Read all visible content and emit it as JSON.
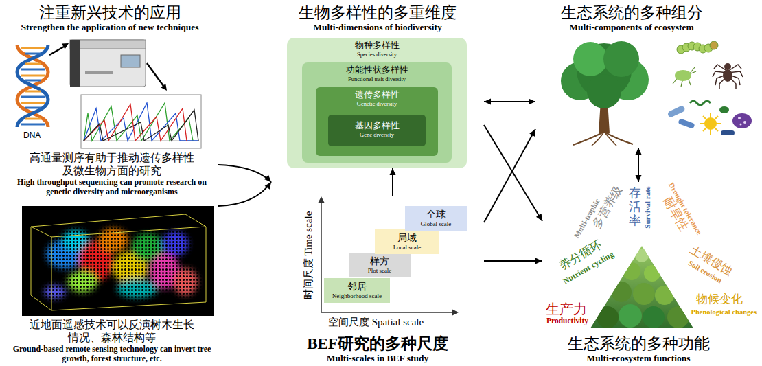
{
  "diagram": {
    "nodes": [
      {
        "text": [
          "注重新兴技术的应用",
          "Strengthen the application of new techniques"
        ]
      },
      {
        "text": [
          "高通量测序有助于推动遗传多样性 及微生物方面的研究",
          "High throughput sequencing can promote research on genetic diversity and microorganisms"
        ],
        "in": 0
      },
      {
        "text": [
          "近地面遥感技术可以反演树木生长 情况、森林结构等",
          "Ground-based remote sensing technology can invert tree growth, forest structure, etc."
        ],
        "in": 0
      },
      {
        "text": [
          "生物多样性的多重维度",
          "Multi-dimensions of biodiversity"
        ]
      },
      {
        "text": [
          "物种多样性",
          "Species diversity"
        ],
        "in": 3
      },
      {
        "text": [
          "功能性状多样性",
          "Functional trait diversity"
        ],
        "in": 4
      },
      {
        "text": [
          "遗传多样性",
          "Genetic diversity"
        ],
        "in": 5
      },
      {
        "text": [
          "基因多样性",
          "Gene diversity"
        ],
        "in": 6
      },
      {
        "text": [
          "BEF研究的多种尺度",
          "Multi-scales in BEF study"
        ]
      },
      {
        "text": [
          "邻居",
          "Neighborhood scale"
        ],
        "in": 8
      },
      {
        "text": [
          "样方",
          "Plot scale"
        ],
        "in": 8
      },
      {
        "text": [
          "局域",
          "Local scale"
        ],
        "in": 8
      },
      {
        "text": [
          "全球",
          "Global scale"
        ],
        "in": 8
      },
      {
        "text": [
          "生态系统的多种组分",
          "Multi-components of ecosystem"
        ]
      },
      {
        "text": [
          "生态系统的多种功能",
          "Multi-ecosystem functions"
        ]
      }
    ],
    "edges": [
      {
        "from": 1,
        "to": 3,
        "arrow": "to"
      },
      {
        "from": 2,
        "to": 3,
        "arrow": "to"
      },
      {
        "from": 3,
        "to": 13,
        "arrow": "both"
      },
      {
        "from": 8,
        "to": 4,
        "arrow": "to"
      },
      {
        "from": 3,
        "to": 14,
        "arrow": "to"
      },
      {
        "from": 8,
        "to": 13,
        "arrow": "to"
      },
      {
        "from": 8,
        "to": 14,
        "arrow": "to"
      },
      {
        "from": 13,
        "to": 14,
        "arrow": "both"
      }
    ],
    "labels": [
      "DNA",
      "时间尺度 Time scale",
      "空间尺度 Spatial scale",
      "多营养级",
      "Multi-trophic",
      "存活率",
      "Survival rate",
      "耐旱性",
      "Drought tolerance",
      "养分循环",
      "Nutrient cycling",
      "土壤侵蚀",
      "Soil erosion",
      "生产力",
      "Productivity",
      "物候变化",
      "Phenological changes"
    ]
  }
}
